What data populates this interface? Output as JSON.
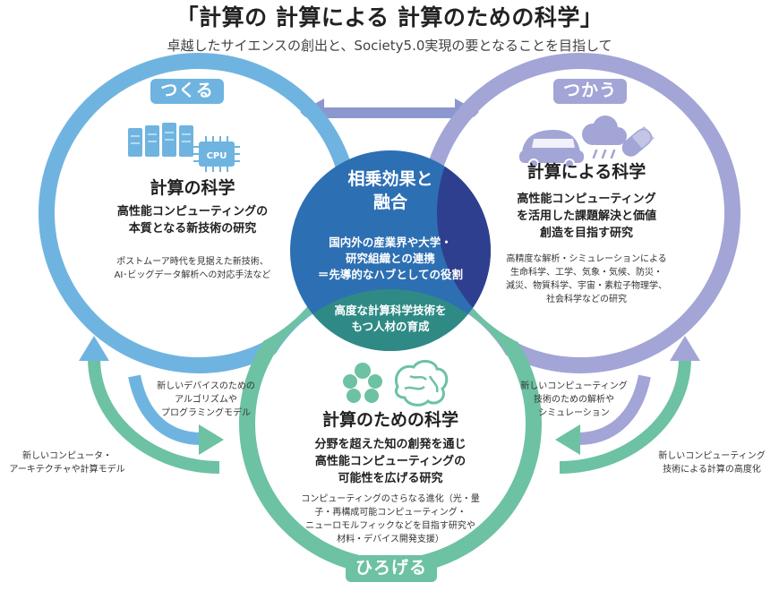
{
  "header": {
    "title": "「計算の 計算による 計算のための科学」",
    "subtitle": "卓越したサイエンスの創出と、Society5.0実現の要となることを目指して"
  },
  "rings": {
    "tsukuru": "つくる",
    "tsukau": "つかう",
    "hirogeru": "ひろげる"
  },
  "left_circle": {
    "heading": "計算の科学",
    "sub": [
      "高性能コンピューティングの",
      "本質となる新技術の研究"
    ],
    "detail": [
      "ポストムーア時代を見据えた新技術、",
      "AI･ビッグデータ解析への対応手法など"
    ],
    "cpu_label": "CPU"
  },
  "right_circle": {
    "heading": "計算による科学",
    "sub": [
      "高性能コンピューティング",
      "を活用した課題解決と価値",
      "創造を目指す研究"
    ],
    "detail": [
      "高精度な解析・シミュレーションによる",
      "生命科学、工学、気象・気候、防災・",
      "減災、物質科学、宇宙・素粒子物理学、",
      "社会科学などの研究"
    ]
  },
  "bottom_circle": {
    "heading": "計算のための科学",
    "sub": [
      "分野を超えた知の創発を通じ",
      "高性能コンピューティングの",
      "可能性を広げる研究"
    ],
    "detail": [
      "コンピューティングのさらなる進化（光・量",
      "子・再構成可能コンピューティング・",
      "ニューロモルフィックなどを目指す研究や",
      "材料・デバイス開発支援）"
    ]
  },
  "center": {
    "title": [
      "相乗効果と",
      "融合"
    ],
    "lines": [
      "国内外の産業界や大学・",
      "研究組織との連携",
      "＝先導的なハブとしての役割"
    ],
    "lines2": [
      "高度な計算科学技術を",
      "もつ人材の育成"
    ]
  },
  "side_notes": {
    "left_inner": [
      "新しいデバイスのための",
      "アルゴリズムや",
      "プログラミングモデル"
    ],
    "left_outer": [
      "新しいコンピュータ・",
      "アーキテクチャや計算モデル"
    ],
    "right_inner": [
      "新しいコンピューティング",
      "技術のための解析や",
      "シミュレーション"
    ],
    "right_outer": [
      "新しいコンピューティング",
      "技術による計算の高度化"
    ]
  },
  "colors": {
    "blue": "#6fb4e0",
    "purple": "#a2a5d6",
    "green": "#6cc2a2",
    "center_dark": "#2f3f8f",
    "center_blue": "#2a73b6",
    "center_green": "#2f8f82"
  }
}
